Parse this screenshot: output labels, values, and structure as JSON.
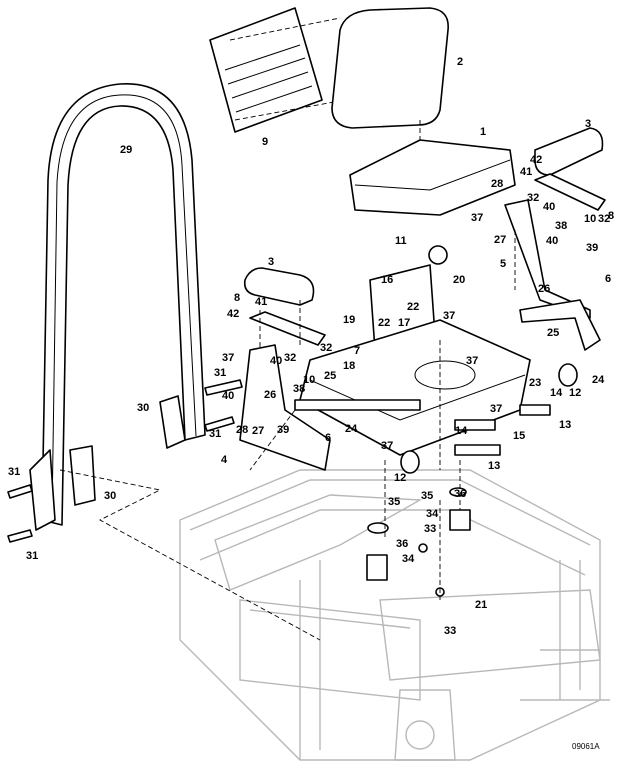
{
  "figure_code": "09061A",
  "callouts": [
    "2",
    "1",
    "3",
    "29",
    "9",
    "42",
    "41",
    "28",
    "32",
    "40",
    "10",
    "32",
    "8",
    "37",
    "38",
    "27",
    "40",
    "39",
    "11",
    "5",
    "3",
    "16",
    "20",
    "26",
    "6",
    "8",
    "41",
    "22",
    "37",
    "42",
    "19",
    "22",
    "17",
    "25",
    "32",
    "7",
    "37",
    "37",
    "32",
    "40",
    "18",
    "31",
    "10",
    "25",
    "38",
    "24",
    "23",
    "40",
    "12",
    "14",
    "30",
    "26",
    "37",
    "28",
    "27",
    "39",
    "31",
    "24",
    "6",
    "14",
    "15",
    "13",
    "4",
    "37",
    "13",
    "12",
    "31",
    "30",
    "35",
    "35",
    "36",
    "34",
    "33",
    "36",
    "34",
    "31",
    "21",
    "33"
  ]
}
